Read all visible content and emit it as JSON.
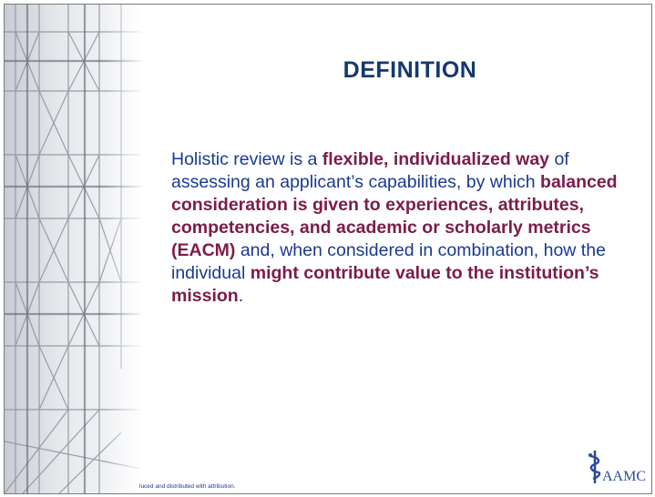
{
  "slide": {
    "title": "DEFINITION",
    "body": {
      "p1": "Holistic review is a ",
      "e1": "flexible, individualized way",
      "p2": " of assessing an applicant’s capabilities, by which ",
      "e2": "balanced consideration is given to experiences, attributes, competencies, and academic or scholarly metrics (EACM)",
      "p3": " and, when considered in combination, how the individual ",
      "e3": "might contribute value to the institution’s mission",
      "p4": "."
    },
    "footer_note": "luced and distributed with attribution.",
    "logo_text": "AAMC"
  },
  "colors": {
    "title": "#16386e",
    "body_text": "#1a3a8f",
    "emphasis": "#7b1c4a",
    "border": "#7a7a7a"
  },
  "icons": {
    "side_image": "scaffolding-photo",
    "logo_mark": "caduceus-icon"
  }
}
